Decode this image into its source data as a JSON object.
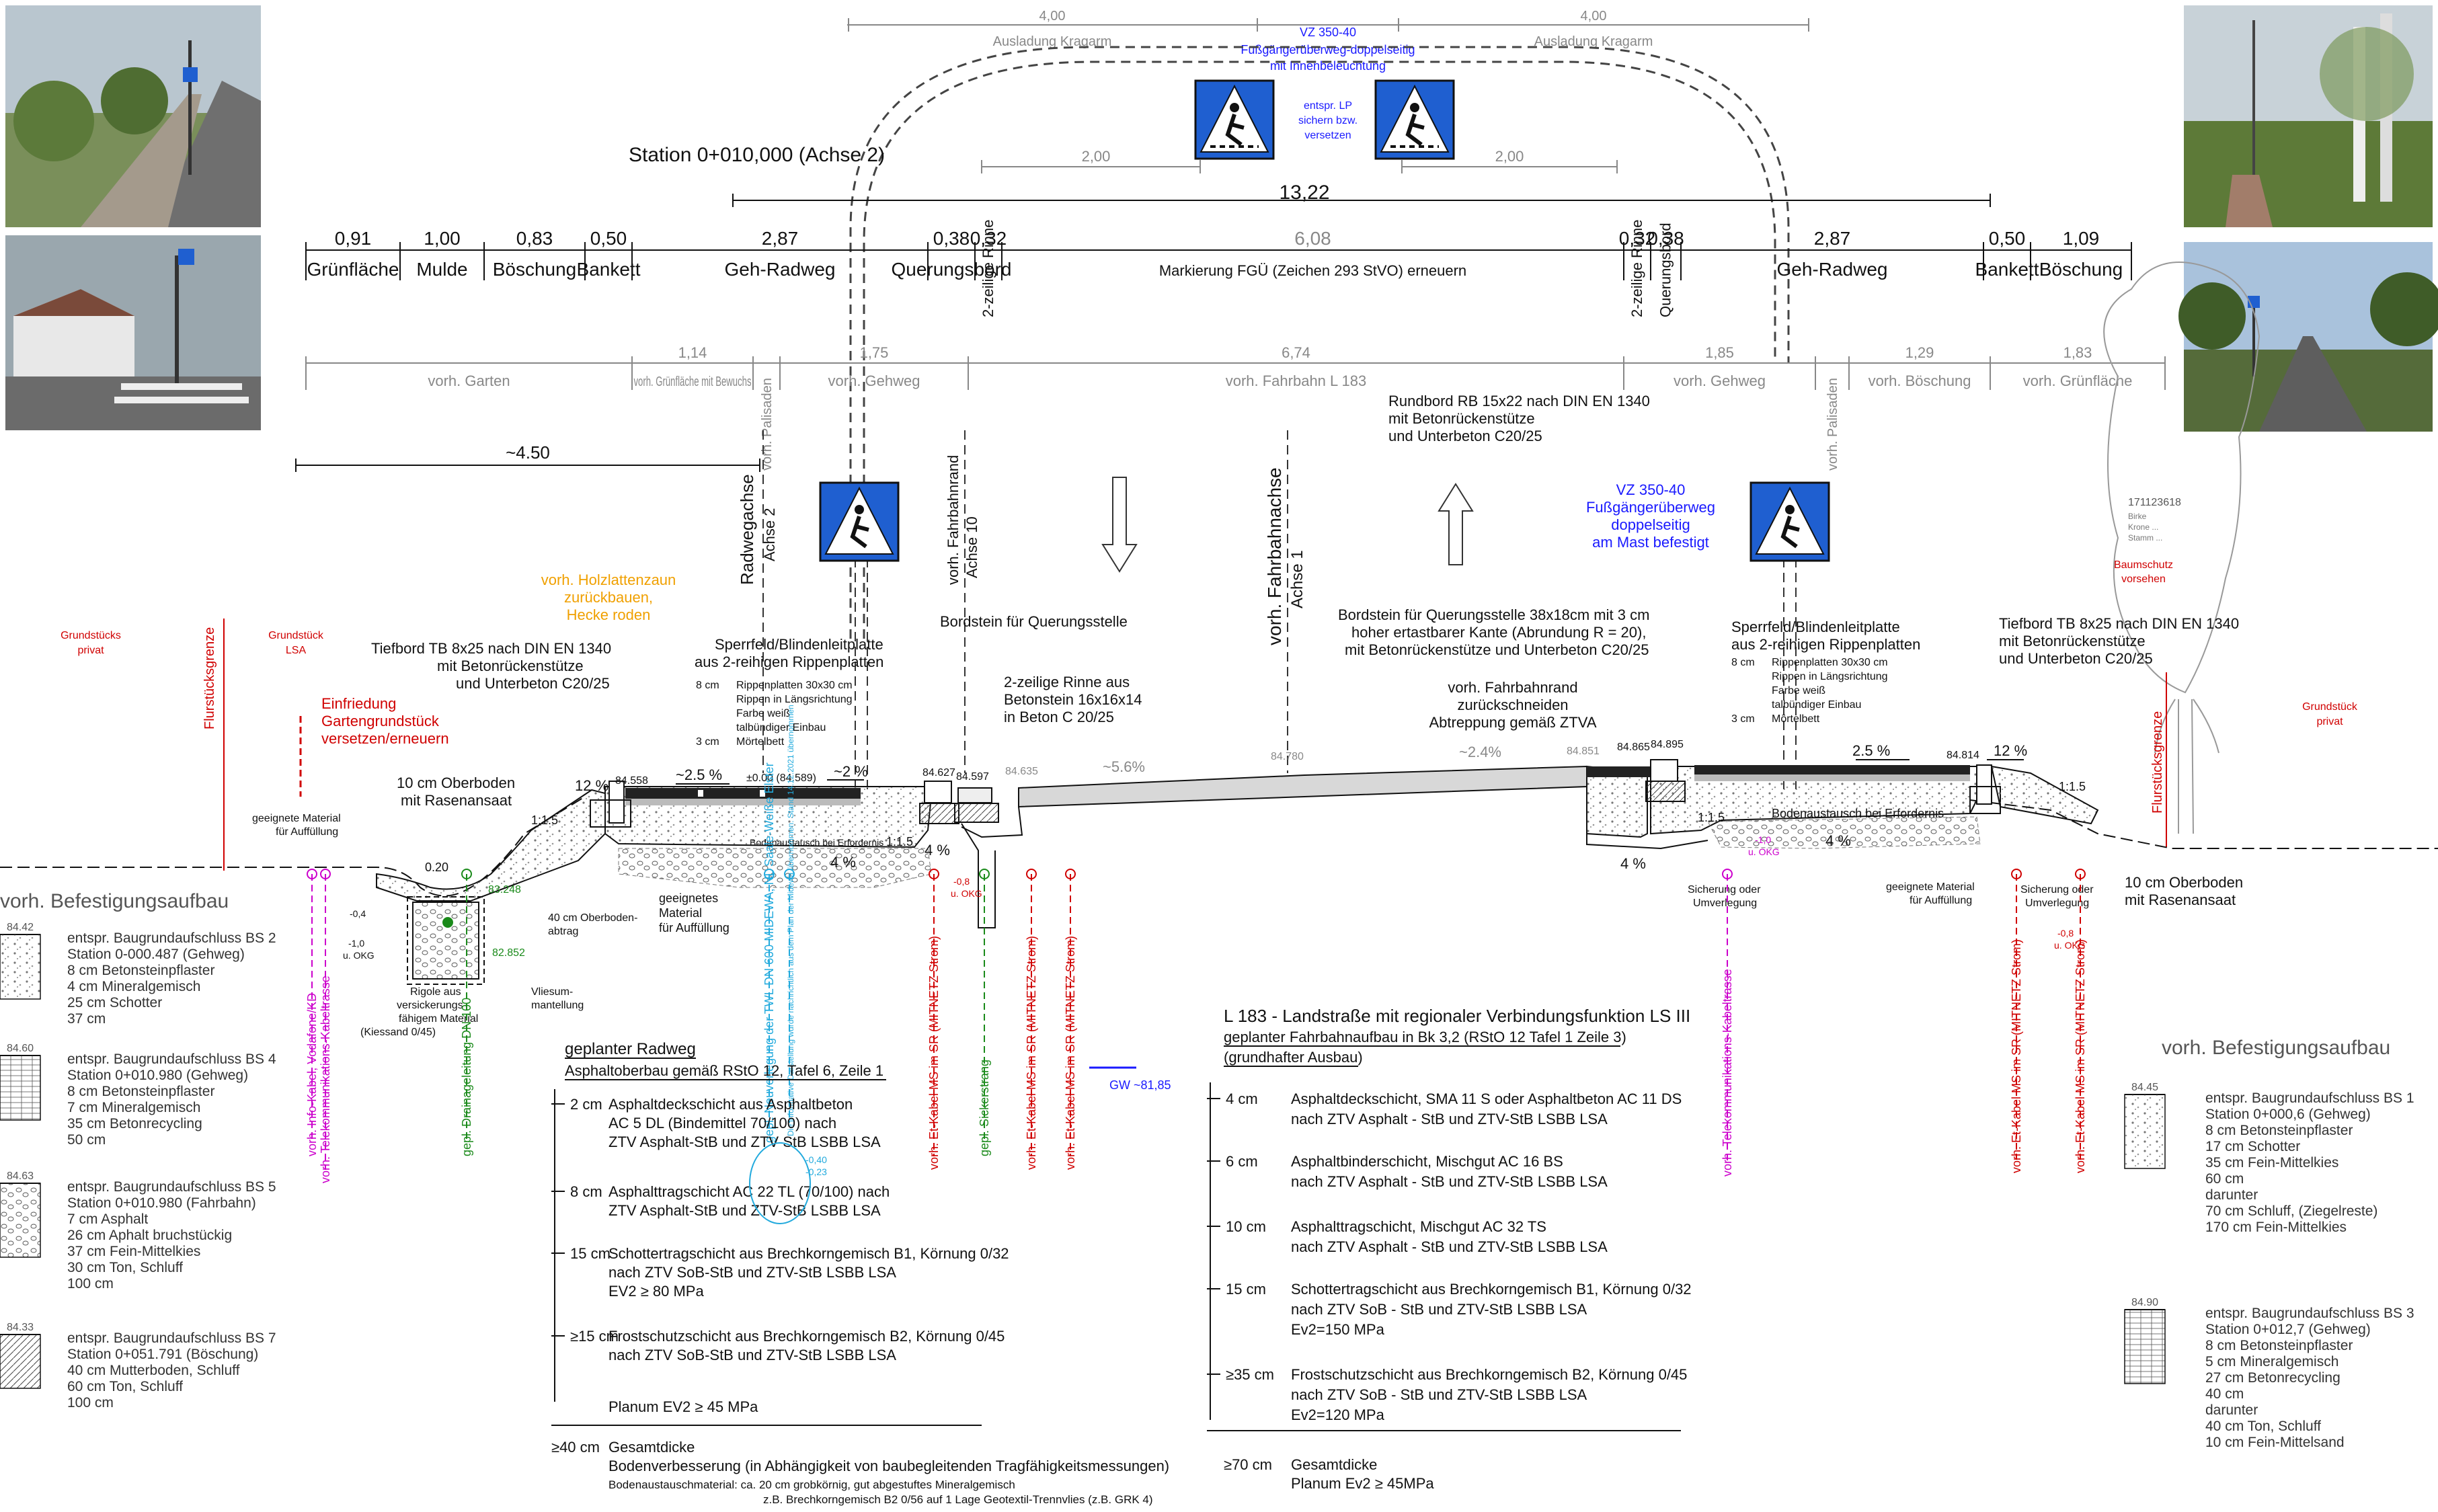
{
  "header": {
    "station": "Station 0+010,000 (Achse 2)",
    "kragarm": {
      "left_value": "4,00",
      "left_label": "Ausladung Kragarm",
      "right_value": "4,00",
      "right_label": "Ausladung Kragarm"
    },
    "signal_top": [
      "VZ 350-40",
      "Fußgängerüberweg-doppelseitig",
      "mit Innenbeleuchtung"
    ],
    "signal_lp": [
      "entspr. LP",
      "sichern bzw.",
      "versetzen"
    ],
    "inner_dims": {
      "left": "2,00",
      "right": "2,00",
      "total": "13,22"
    }
  },
  "dim_row1": [
    {
      "value": "0,91",
      "label": "Grünfläche"
    },
    {
      "value": "1,00",
      "label": "Mulde"
    },
    {
      "value": "0,83",
      "label": "Böschung"
    },
    {
      "value": "0,50",
      "label": "Bankett"
    },
    {
      "value": "2,87",
      "label": "Geh-Radweg"
    },
    {
      "value": "0,38",
      "label": "Querungsbord"
    },
    {
      "value": "0,32",
      "label": "2-zeilige Rinne"
    },
    {
      "value": "6,08",
      "label": "Markierung FGÜ (Zeichen 293 StVO)  erneuern"
    },
    {
      "value": "0,32",
      "label": "2-zeilige Rinne"
    },
    {
      "value": "0,38",
      "label": "Querungsbord"
    },
    {
      "value": "2,87",
      "label": "Geh-Radweg"
    },
    {
      "value": "0,50",
      "label": "Bankett"
    },
    {
      "value": "1,09",
      "label": "Böschung"
    }
  ],
  "dim_row2": [
    {
      "value": "",
      "label": "vorh. Garten"
    },
    {
      "value": "1,14",
      "label": "vorh. Grünfläche mit Bewuchs"
    },
    {
      "value": "",
      "label": "vorh. Palisaden"
    },
    {
      "value": "1,75",
      "label": "vorh. Gehweg"
    },
    {
      "value": "6,74",
      "label": "vorh. Fahrbahn L 183"
    },
    {
      "value": "1,85",
      "label": "vorh. Gehweg"
    },
    {
      "value": "",
      "label": "vorh. Palisaden"
    },
    {
      "value": "1,29",
      "label": "vorh. Böschung"
    },
    {
      "value": "1,83",
      "label": "vorh. Grünfläche"
    }
  ],
  "dim_450": "~4.50",
  "axes": {
    "radweg": [
      "Radwegachse",
      "Achse 2"
    ],
    "fahrbahnrand": [
      "vorh. Fahrbahnrand",
      "Achse 10"
    ],
    "fahrbahn": [
      "vorh. Fahrbahnachse",
      "Achse 1"
    ]
  },
  "annotations": {
    "rundbord": [
      "Rundbord RB 15x22 nach DIN EN 1340",
      "mit Betonrückenstütze",
      "und Unterbeton C20/25"
    ],
    "vz_right": [
      "VZ 350-40",
      "Fußgängerüberweg",
      "doppelseitig",
      "am  Mast befestigt"
    ],
    "tree_id": "171123618",
    "tree_lines": [
      "Birke",
      "Krone ...",
      "Stamm ..."
    ],
    "baumschutz": [
      "Baumschutz",
      "vorsehen"
    ],
    "grundstueck_privat_left": [
      "Grundstücks",
      "privat"
    ],
    "flurstuecksgrenze": "Flurstücksgrenze",
    "grundstueck_lsa": [
      "Grundstück",
      "LSA"
    ],
    "holzlattenzaun": [
      "vorh. Holzlattenzaun",
      "zurückbauen,",
      "Hecke roden"
    ],
    "tiefbord_left": [
      "Tiefbord TB 8x25 nach DIN EN 1340",
      "mit Betonrückenstütze",
      "und Unterbeton C20/25"
    ],
    "einfriedung": [
      "Einfriedung",
      "Gartengrundstück",
      "versetzen/erneuern"
    ],
    "oberboden_left": [
      "10 cm Oberboden",
      "mit Rasenansaat"
    ],
    "geeignete_left": [
      "geeignete Material",
      "für Auffüllung"
    ],
    "sperrfeld_left": [
      "Sperrfeld/Blindenleitplatte",
      "aus 2-reihigen Rippenplatten"
    ],
    "rippen_left": [
      [
        "8 cm",
        "Rippenplatten 30x30 cm"
      ],
      [
        "",
        "Rippen in Längsrichtung"
      ],
      [
        "",
        "Farbe weiß"
      ],
      [
        "",
        "talbündiger Einbau"
      ],
      [
        "3 cm",
        "Mörtelbett"
      ]
    ],
    "bordstein_querung": "Bordstein für Querungsstelle",
    "rinne_note": [
      "2-zeilige Rinne aus",
      "Betonstein 16x16x14",
      "in Beton C 20/25"
    ],
    "bordstein_right": [
      "Bordstein für Querungsstelle 38x18cm mit 3 cm",
      "hoher ertastbarer Kante (Abrundung R = 20),",
      "mit Betonrückenstütze und Unterbeton C20/25"
    ],
    "fahrbahnrand_right": [
      "vorh. Fahrbahnrand",
      "zurückschneiden",
      "Abtreppung gemäß ZTVA"
    ],
    "sperrfeld_right": [
      "Sperrfeld/Blindenleitplatte",
      "aus 2-reihigen Rippenplatten"
    ],
    "rippen_right": [
      [
        "8 cm",
        "Rippenplatten 30x30 cm"
      ],
      [
        "",
        "Rippen in Längsrichtung"
      ],
      [
        "",
        "Farbe weiß"
      ],
      [
        "",
        "talbündiger Einbau"
      ],
      [
        "3 cm",
        "Mörtelbett"
      ]
    ],
    "tiefbord_right": [
      "Tiefbord TB 8x25 nach DIN EN 1340",
      "mit Betonrückenstütze",
      "und Unterbeton C20/25"
    ],
    "grundstueck_privat_right": [
      "Grundstück",
      "privat"
    ],
    "flurstuecksgrenze_right": "Flurstücksgrenze",
    "bodenaustausch_left": "Bodenaustausch bei Erfordernis",
    "bodenaustausch_right": "Bodenaustausch bei Erfordernis",
    "sicherung_left": [
      "Sicherung oder",
      "Umverlegung"
    ],
    "sicherung_right": [
      "Sicherung oder",
      "Umverlegung"
    ],
    "geeignete_right": [
      "geeignete Material",
      "für Auffüllung"
    ],
    "oberboden_right": [
      "10 cm Oberboden",
      "mit Rasenansaat"
    ],
    "rigole": [
      "Rigole aus",
      "versickerungs-",
      "fähigem Material",
      "(Kiessand 0/45)"
    ],
    "vliesum": [
      "Vliesum-",
      "mantellung"
    ],
    "oberboden_abtrag": [
      "40 cm Oberboden-",
      "abtrag"
    ],
    "geeignetes_material": [
      "geeignetes",
      "Material",
      "für Auffüllung"
    ],
    "gw": "GW ~81,85",
    "vorh_befestigung_left": "vorh. Befestigungsaufbau",
    "vorh_befestigung_right": "vorh. Befestigungsaufbau"
  },
  "heights": {
    "h84558": "84.558",
    "h84589": "±0.00 (84.589)",
    "h84627": "84.627",
    "h84597": "84.597",
    "h84635": "84.635",
    "h84780": "84.780",
    "h84851": "84.851",
    "h84865": "84.865",
    "h84895": "84.895",
    "h84814": "84.814",
    "h83248": "83.248",
    "h82852": "82.852",
    "w020": "0.20"
  },
  "slopes": {
    "s125a": "1:1.5",
    "p12a": "12 %",
    "p25a": "~2.5 %",
    "p2a": "~2 %",
    "p56": "~5.6%",
    "p24": "~2.4%",
    "p25b": "2.5 %",
    "p12b": "12 %",
    "s125b": "1:1.5",
    "s15c": "1:1.5",
    "s125d": "1:1.5",
    "p4a": "4 %",
    "p4b": "4 %",
    "p4c": "4 %",
    "p4d": "4 %"
  },
  "cables": [
    "vorh. Info-Kabel, Vodafone/KD",
    "vorh. Telekommunikations-Kabeltrasse",
    "gepl. Drainageleitung DN 100",
    "gepl. Neuverlegung der TWL DN 600 MIDEWA, NL Saale-Weiße Elster",
    "Die informative Darstellung wurde nachrichtlich aus dem Plan der Midewa übernommen. Stand 14.12.2021 übernommen",
    "vorh. Et-Kabel MS im SR (MITNETZ Strom)",
    "gepl. Sickerstrang",
    "vorh. Et-Kabel MS im SR (MITNETZ Strom)",
    "vorh. Et-Kabel MS im SR (MITNETZ Strom)",
    "vorh. Telekommunikations-Kabeltrasse",
    "vorh. Et-Kabel MS im SR (MITNETZ Strom)",
    "vorh. Et-Kabel MS im SR (MITNETZ Strom)"
  ],
  "depth_marks": [
    "-1,0",
    "u. OKG",
    "-0,4",
    "-0,8",
    "u. OKG",
    "-1,0",
    "u. OKG",
    "-0,8",
    "u. OKG"
  ],
  "bs_left": [
    {
      "level": "84.42",
      "lines": [
        "entspr. Baugrundaufschluss BS 2",
        "Station 0-000.487 (Gehweg)",
        "   8 cm Betonsteinpflaster",
        "   4 cm Mineralgemisch",
        "25 cm Schotter",
        "37 cm"
      ]
    },
    {
      "level": "84.60",
      "lines": [
        "entspr. Baugrundaufschluss BS 4",
        "Station 0+010.980 (Gehweg)",
        "   8 cm Betonsteinpflaster",
        "   7 cm Mineralgemisch",
        "35 cm Betonrecycling",
        "50 cm"
      ]
    },
    {
      "level": "84.63",
      "lines": [
        "entspr. Baugrundaufschluss BS 5",
        "Station 0+010.980 (Fahrbahn)",
        "   7 cm Asphalt",
        "  26 cm Aphalt bruchstückig",
        "  37 cm Fein-Mittelkies",
        "  30 cm Ton, Schluff",
        "100 cm"
      ]
    },
    {
      "level": "84.33",
      "lines": [
        "entspr. Baugrundaufschluss BS 7",
        "Station 0+051.791 (Böschung)",
        "  40 cm Mutterboden, Schluff",
        "  60 cm Ton, Schluff",
        "100 cm"
      ]
    }
  ],
  "bs_right": [
    {
      "level": "84.45",
      "lines": [
        "entspr. Baugrundaufschluss BS 1",
        "Station 0+000,6 (Gehweg)",
        "   8 cm Betonsteinpflaster",
        "17 cm Schotter",
        "35 cm Fein-Mittelkies",
        "60 cm",
        "darunter",
        "70 cm Schluff, (Ziegelreste)",
        "170 cm Fein-Mittelkies"
      ]
    },
    {
      "level": "84.90",
      "lines": [
        "entspr. Baugrundaufschluss BS 3",
        "Station 0+012,7 (Gehweg)",
        "   8 cm Betonsteinpflaster",
        "   5 cm Mineralgemisch",
        "27 cm Betonrecycling",
        "40 cm",
        "darunter",
        "40 cm Ton, Schluff",
        "10 cm  Fein-Mittelsand"
      ]
    }
  ],
  "radweg_layers": {
    "title": "geplanter Radweg",
    "subtitle": "Asphaltoberbau gemäß RStO 12, Tafel 6, Zeile 1",
    "layers": [
      {
        "thick": "2 cm",
        "lines": [
          "Asphaltdeckschicht aus Asphaltbeton",
          "AC 5 DL (Bindemittel 70/100) nach",
          "ZTV Asphalt-StB und ZTV-StB LSBB LSA"
        ]
      },
      {
        "thick": "8 cm",
        "lines": [
          "Asphalttragschicht AC 22 TL (70/100) nach",
          "ZTV Asphalt-StB und ZTV-StB LSBB LSA"
        ]
      },
      {
        "thick": "15 cm",
        "lines": [
          "Schottertragschicht aus Brechkorngemisch B1, Körnung 0/32",
          "nach ZTV SoB-StB und ZTV-StB LSBB LSA",
          "EV2 ≥ 80 MPa"
        ]
      },
      {
        "thick": "≥15 cm",
        "lines": [
          "Frostschutzschicht aus Brechkorngemisch B2, Körnung 0/45",
          "nach ZTV SoB-StB und ZTV-StB LSBB LSA"
        ]
      }
    ],
    "planum": "Planum EV2 ≥ 45 MPa",
    "total_thick": "≥40 cm",
    "total_label": "Gesamtdicke",
    "bodenverb": "Bodenverbesserung (in Abhängigkeit von baubegleitenden Tragfähigkeitsmessungen)",
    "austausch": "Bodenaustauschmaterial:  ca. 20 cm grobkörnig, gut abgestuftes Mineralgemisch",
    "austausch2": "z.B. Brechkorngemisch B2 0/56 auf 1 Lage Geotextil-Trennvlies (z.B. GRK 4)",
    "side_vals": [
      "-0,40",
      "-0,23"
    ]
  },
  "fahrbahn_layers": {
    "title": "L 183 - Landstraße mit regionaler Verbindungsfunktion LS III",
    "subtitle": "geplanter Fahrbahnaufbau in Bk 3,2 (RStO 12 Tafel 1 Zeile 3)",
    "subtitle2": "(grundhafter Ausbau)",
    "layers": [
      {
        "thick": "4 cm",
        "lines": [
          "Asphaltdeckschicht, SMA 11 S oder Asphaltbeton AC 11 DS",
          "nach ZTV Asphalt - StB und ZTV-StB LSBB LSA"
        ]
      },
      {
        "thick": "6 cm",
        "lines": [
          "Asphaltbinderschicht, Mischgut AC 16 BS",
          "nach ZTV Asphalt - StB und ZTV-StB LSBB LSA"
        ]
      },
      {
        "thick": "10 cm",
        "lines": [
          "Asphalttragschicht, Mischgut AC 32 TS",
          "nach ZTV Asphalt - StB und ZTV-StB LSBB LSA"
        ]
      },
      {
        "thick": "15 cm",
        "lines": [
          "Schottertragschicht aus Brechkorngemisch B1, Körnung 0/32",
          "nach ZTV SoB - StB und ZTV-StB LSBB LSA",
          "Ev2=150 MPa"
        ]
      },
      {
        "thick": "≥35 cm",
        "lines": [
          "Frostschutzschicht aus Brechkorngemisch B2, Körnung 0/45",
          "nach ZTV SoB - StB und ZTV-StB LSBB LSA",
          "Ev2=120 MPa"
        ]
      }
    ],
    "total_thick": "≥70 cm",
    "total_label": "Gesamtdicke",
    "planum": "Planum Ev2 ≥ 45MPa"
  },
  "colors": {
    "red": "#d00000",
    "blue": "#1a1aff",
    "magenta": "#cc00cc",
    "green": "#1a8a1a",
    "orange": "#f0a000",
    "cyan": "#22aadd",
    "sign_blue": "#1f5fd0",
    "grey": "#8a8a8a"
  }
}
